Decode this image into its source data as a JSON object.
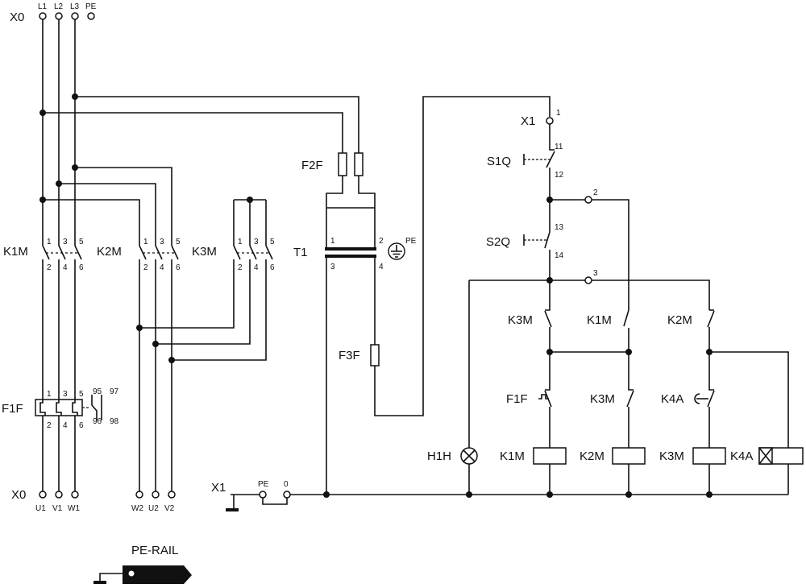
{
  "supply": {
    "name": "X0",
    "phases": [
      "L1",
      "L2",
      "L3",
      "PE"
    ]
  },
  "motor_terminals": {
    "name": "X0",
    "labels": [
      "U1",
      "V1",
      "W1",
      "W2",
      "U2",
      "V2"
    ]
  },
  "power_section": {
    "k1m": {
      "name": "K1M",
      "pins_top": [
        "1",
        "3",
        "5"
      ],
      "pins_bottom": [
        "2",
        "4",
        "6"
      ]
    },
    "k2m": {
      "name": "K2M",
      "pins_top": [
        "1",
        "3",
        "5"
      ],
      "pins_bottom": [
        "2",
        "4",
        "6"
      ]
    },
    "k3m": {
      "name": "K3M",
      "pins_top": [
        "1",
        "3",
        "5"
      ],
      "pins_bottom": [
        "2",
        "4",
        "6"
      ]
    },
    "f1f": {
      "name": "F1F",
      "pins_top": [
        "1",
        "3",
        "5"
      ],
      "pins_bottom": [
        "2",
        "4",
        "6"
      ],
      "aux": [
        "95",
        "97",
        "96",
        "98"
      ]
    }
  },
  "transformer": {
    "name": "T1",
    "fuse_primary": "F2F",
    "fuse_secondary": "F3F",
    "pins": [
      "1",
      "2",
      "3",
      "4"
    ],
    "earth": "PE"
  },
  "control_section": {
    "x1": {
      "name": "X1",
      "pin": "1"
    },
    "s1q": {
      "name": "S1Q",
      "pins": [
        "11",
        "12"
      ]
    },
    "s2q": {
      "name": "S2Q",
      "pins": [
        "13",
        "14"
      ]
    },
    "node2": "2",
    "node3": "3",
    "contacts_row1": [
      "K3M",
      "K1M",
      "K2M"
    ],
    "contacts_row2": [
      "F1F",
      "K3M",
      "K4A"
    ],
    "lamp": "H1H",
    "coils": [
      "K1M",
      "K2M",
      "K3M",
      "K4A"
    ]
  },
  "bottom_terminal": {
    "name": "X1",
    "pins": [
      "PE",
      "0"
    ]
  },
  "pe_rail": {
    "label": "PE-RAIL"
  }
}
